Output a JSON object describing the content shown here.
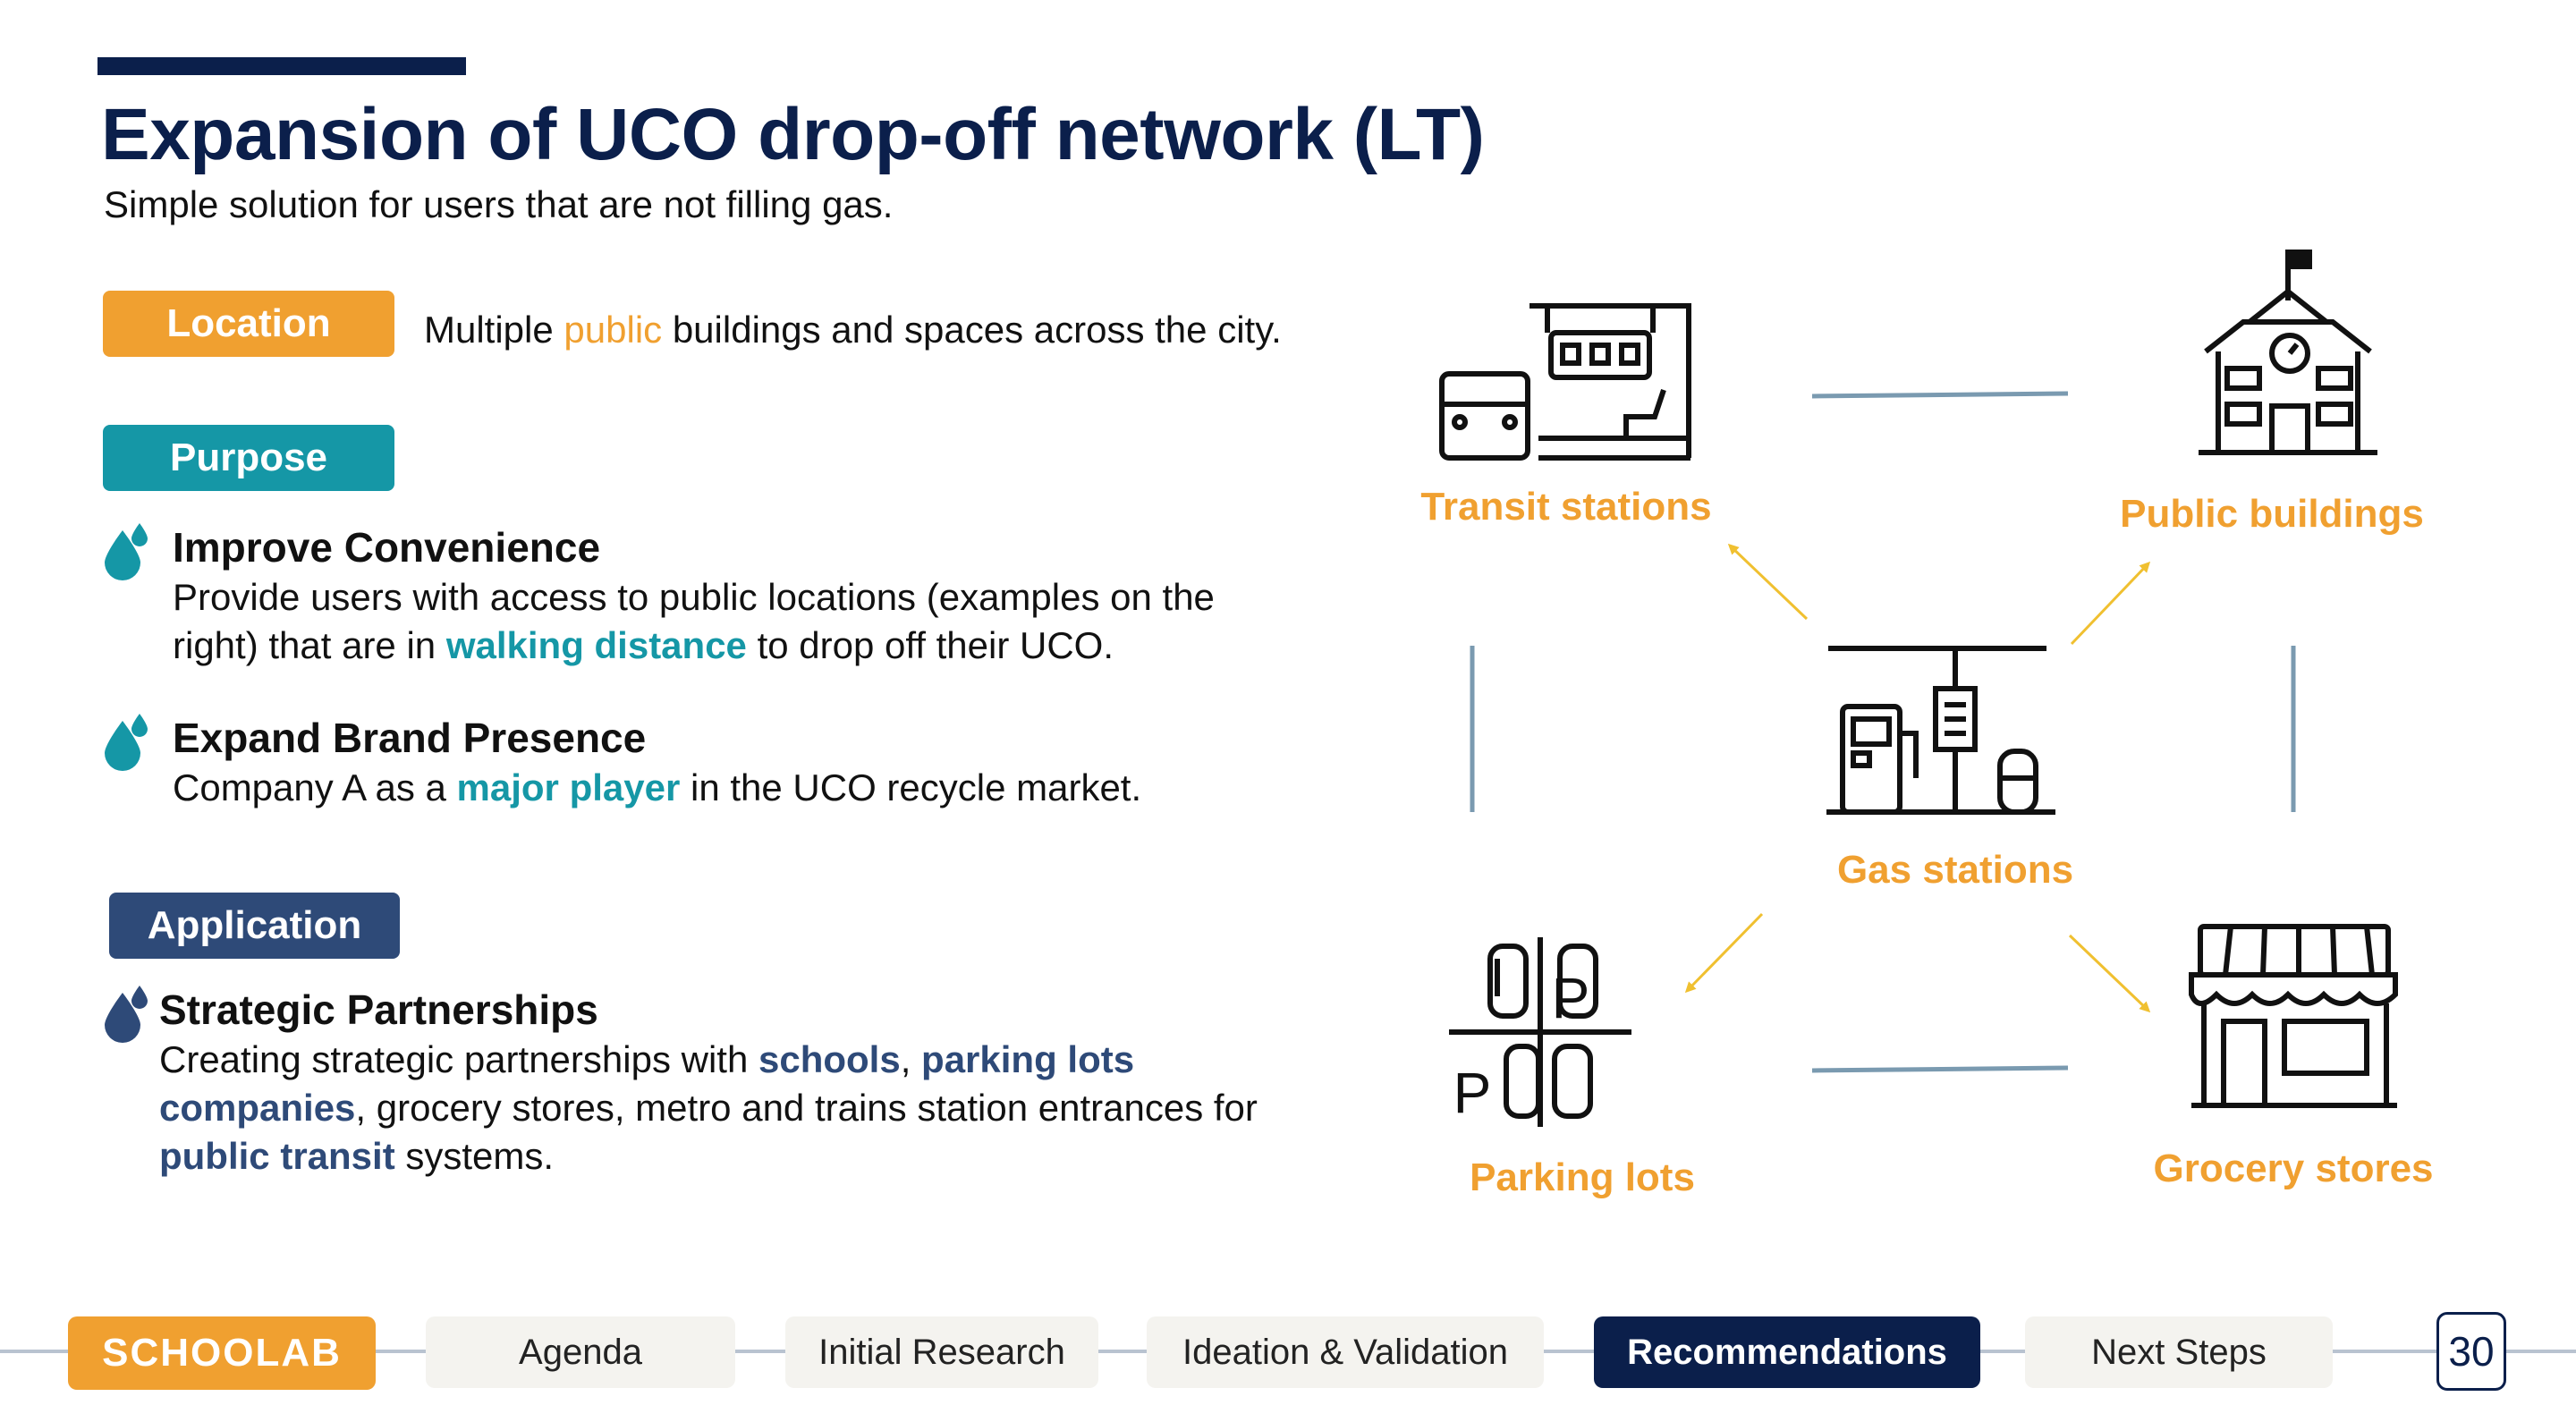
{
  "slide": {
    "title": "Expansion of UCO drop-off network (LT)",
    "subtitle": "Simple solution for users that are not filling gas."
  },
  "tags": {
    "location": "Location",
    "purpose": "Purpose",
    "application": "Application"
  },
  "location": {
    "pre": "Multiple ",
    "highlight": "public",
    "post": " buildings and spaces across the city."
  },
  "bullets": [
    {
      "title": "Improve Convenience",
      "l1": "Provide users with access to public locations (examples on the",
      "l2_pre": "right) that are in ",
      "l2_hl": "walking distance",
      "l2_post": " to drop off their UCO."
    },
    {
      "title": "Expand Brand Presence",
      "l1_pre": "Company A as a ",
      "l1_hl": "major player",
      "l1_post": " in the UCO recycle market."
    },
    {
      "title": "Strategic Partnerships",
      "l1_pre": "Creating strategic partnerships with ",
      "l1_hl1": "schools",
      "l1_mid": ", ",
      "l1_hl2": "parking lots",
      "l2_hl": "companies",
      "l2_post": ",  grocery stores, metro and trains station entrances for",
      "l3_hl": "public transit",
      "l3_post": " systems."
    }
  ],
  "diagram": {
    "center": "Gas stations",
    "nodes": {
      "top_left": "Transit stations",
      "top_right": "Public buildings",
      "bottom_left": "Parking lots",
      "bottom_right": "Grocery stores"
    },
    "colors": {
      "label": "#f0a030",
      "arrow": "#f0c030",
      "connector": "#7a9ab0"
    }
  },
  "footer": {
    "logo": "SCHOOLAB",
    "nav": [
      "Agenda",
      "Initial Research",
      "Ideation & Validation",
      "Recommendations",
      "Next Steps"
    ],
    "active": "Recommendations",
    "page": "30"
  },
  "colors": {
    "navy": "#0b1f4b",
    "orange": "#f0a030",
    "teal": "#1597a6",
    "slate": "#2e4a78"
  }
}
